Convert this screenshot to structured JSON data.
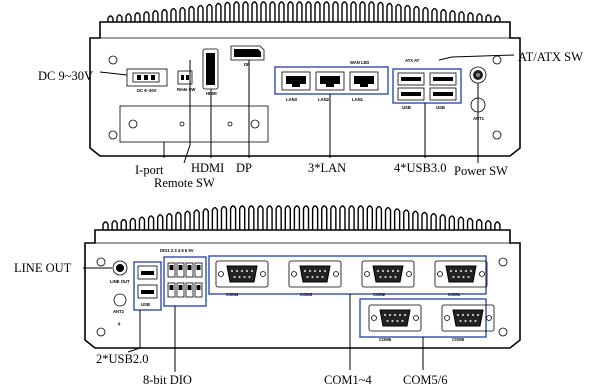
{
  "top_panel": {
    "callouts": {
      "dc": "DC 9~30V",
      "at_atx_sw": "AT/ATX SW",
      "iport": "I-port",
      "remote_sw": "Remote SW",
      "hdmi": "HDMI",
      "dp": "DP",
      "lan": "3*LAN",
      "usb30": "4*USB3.0",
      "power_sw": "Power SW"
    },
    "silk": {
      "dc": "DC 9~30V",
      "remote": "Rmte SW",
      "hdmi": "HDMI",
      "dp": "DP",
      "lan3": "LAN3",
      "lan2": "LAN2",
      "lan1": "LAN1",
      "usb_a": "USB",
      "usb_b": "USB",
      "ant1": "ANT1"
    }
  },
  "bottom_panel": {
    "callouts": {
      "line_out": "LINE OUT",
      "usb20": "2*USB2.0",
      "dio": "8-bit DIO",
      "com14": "COM1~4",
      "com56": "COM5/6"
    },
    "silk": {
      "line_out": "LINE OUT",
      "ant2": "ANT2",
      "usb": "USB",
      "dio_header": "DIO1 2 3 4 5 6 5V",
      "com4": "COM4",
      "com3": "COM3",
      "com2": "COM2",
      "com1": "COM1",
      "com6": "COM6",
      "com5": "COM5"
    }
  },
  "colors": {
    "group_outline": "#1f3fae",
    "line": "#000000"
  }
}
